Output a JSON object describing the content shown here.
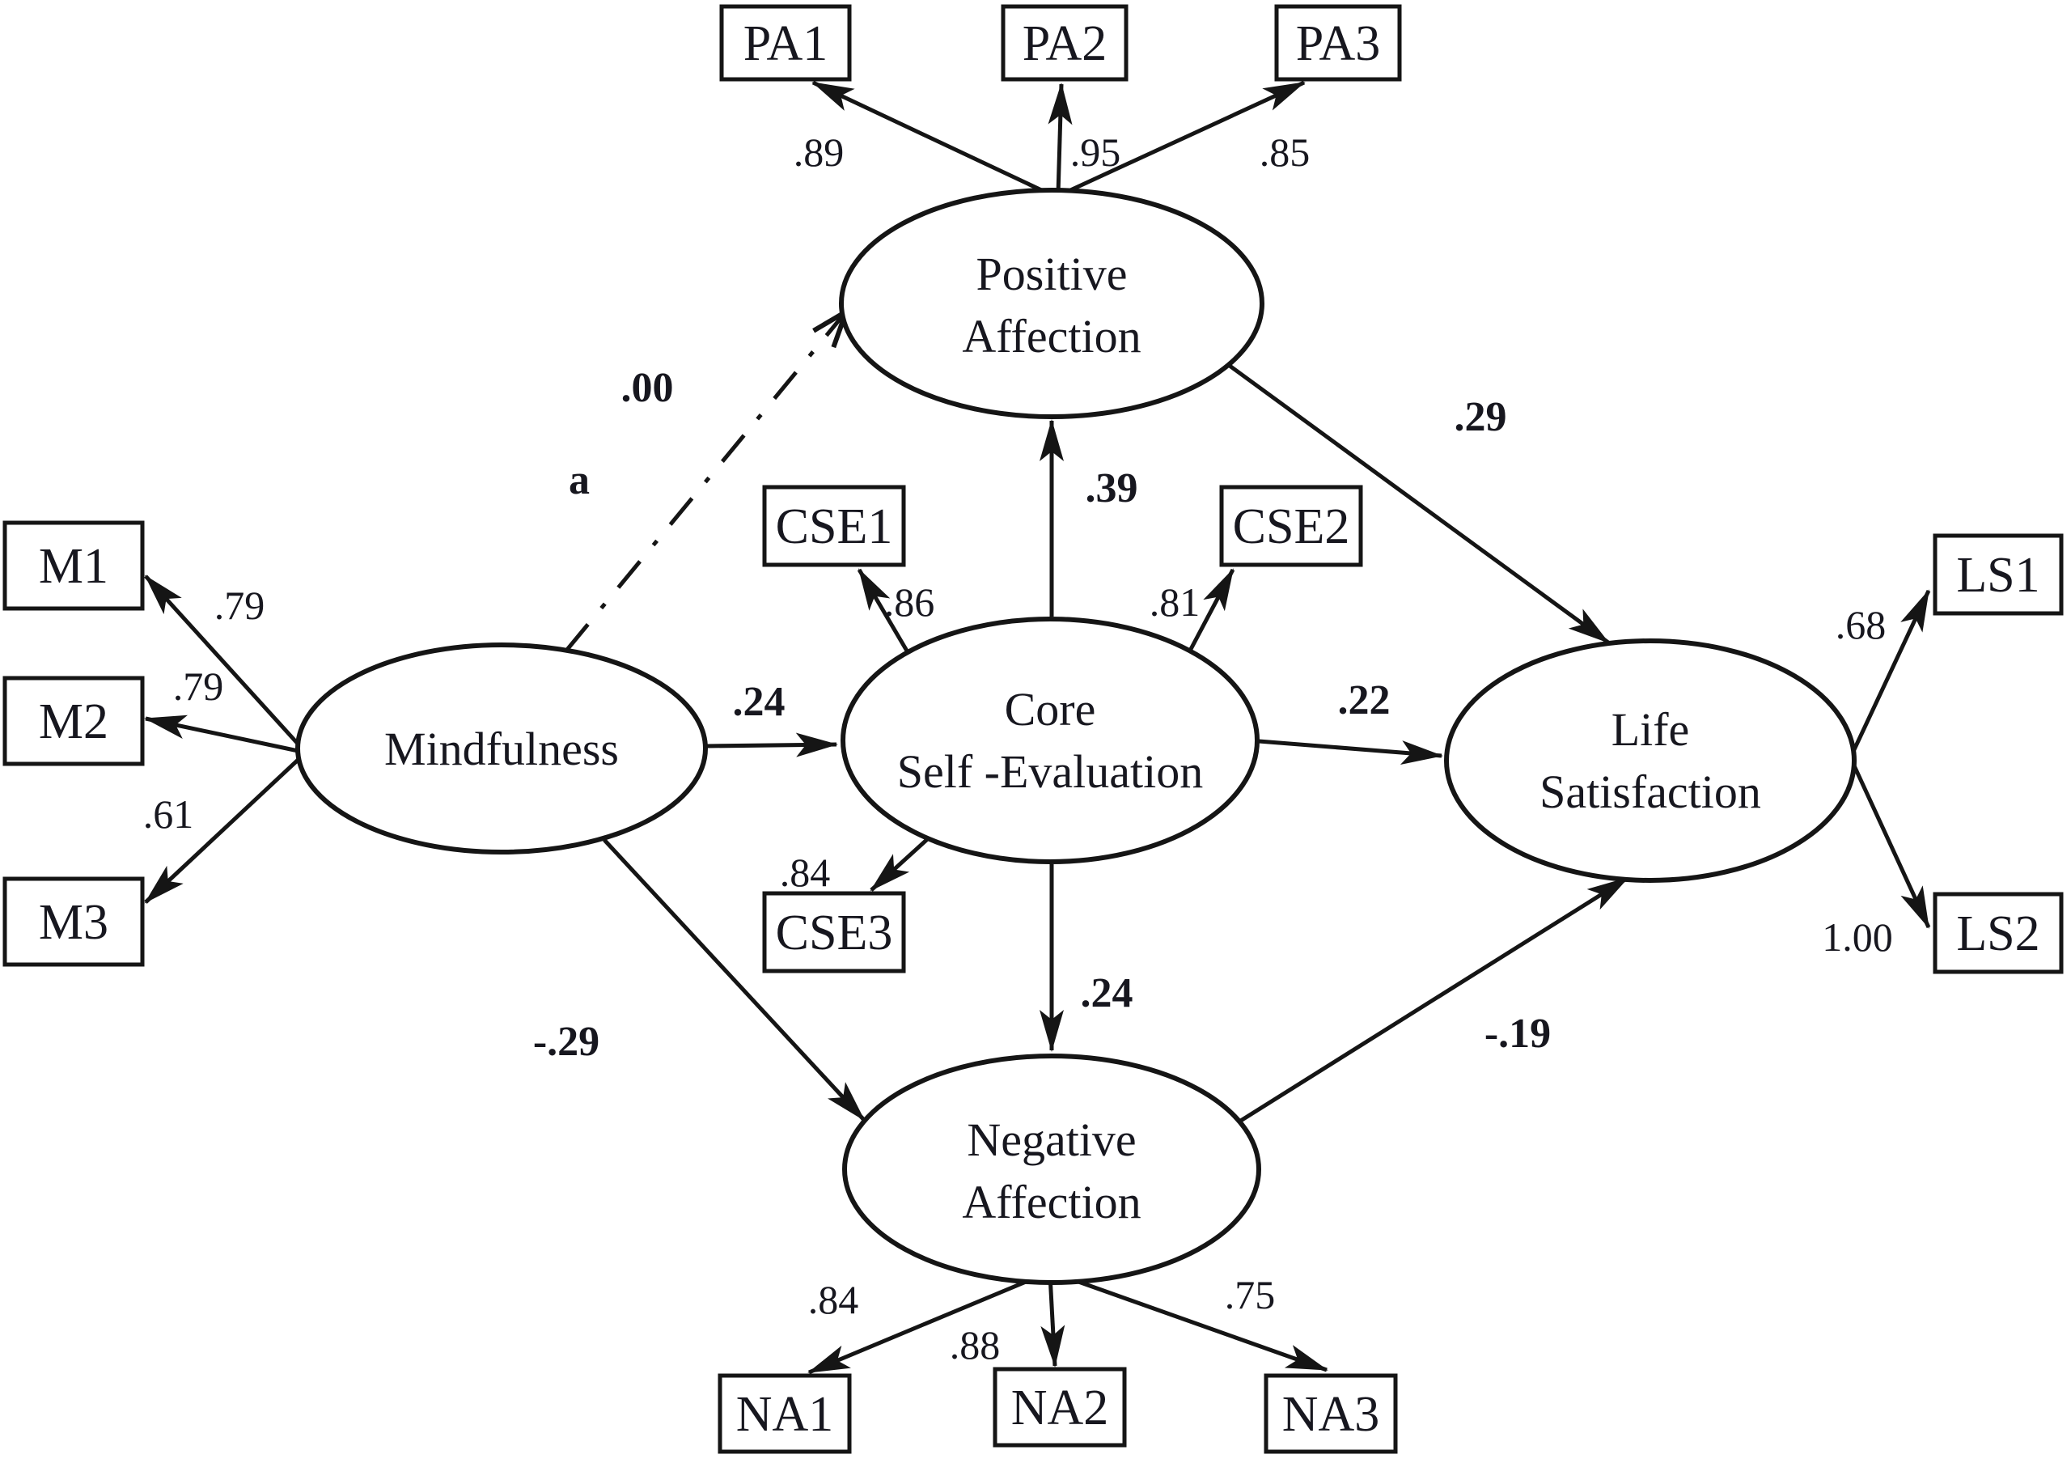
{
  "meta": {
    "background_color": "#ffffff",
    "ink_color": "#151515",
    "diagram_type": "structural-equation-model-path-diagram"
  },
  "nodes": {
    "latent": {
      "mindfulness": {
        "label": "Mindfulness"
      },
      "positive_affection": {
        "line1": "Positive",
        "line2": "Affection"
      },
      "core_self_evaluation": {
        "line1": "Core",
        "line2": "Self -Evaluation"
      },
      "negative_affection": {
        "line1": "Negative",
        "line2": "Affection"
      },
      "life_satisfaction": {
        "line1": "Life",
        "line2": "Satisfaction"
      }
    },
    "observed": {
      "m1": "M1",
      "m2": "M2",
      "m3": "M3",
      "pa1": "PA1",
      "pa2": "PA2",
      "pa3": "PA3",
      "cse1": "CSE1",
      "cse2": "CSE2",
      "cse3": "CSE3",
      "na1": "NA1",
      "na2": "NA2",
      "na3": "NA3",
      "ls1": "LS1",
      "ls2": "LS2"
    }
  },
  "loadings": {
    "m1": ".79",
    "m2": ".79",
    "m3": ".61",
    "pa1": ".89",
    "pa2": ".95",
    "pa3": ".85",
    "cse1": ".86",
    "cse2": ".81",
    "cse3": ".84",
    "na1": ".84",
    "na2": ".88",
    "na3": ".75",
    "ls1": ".68",
    "ls2": "1.00"
  },
  "paths": {
    "mindfulness_to_positive_affection": {
      "coef": ".00",
      "tag": "a",
      "style": "dash-dot"
    },
    "mindfulness_to_core_self_evaluation": {
      "coef": ".24",
      "style": "solid"
    },
    "mindfulness_to_negative_affection": {
      "coef": "-.29",
      "style": "solid"
    },
    "core_to_positive_affection": {
      "coef": ".39",
      "style": "solid"
    },
    "core_to_life_satisfaction": {
      "coef": ".22",
      "style": "solid"
    },
    "core_to_negative_affection": {
      "coef": ".24",
      "style": "solid"
    },
    "positive_affection_to_life_satisfaction": {
      "coef": ".29",
      "style": "solid"
    },
    "negative_affection_to_life_satisfaction": {
      "coef": "-.19",
      "style": "solid"
    }
  }
}
